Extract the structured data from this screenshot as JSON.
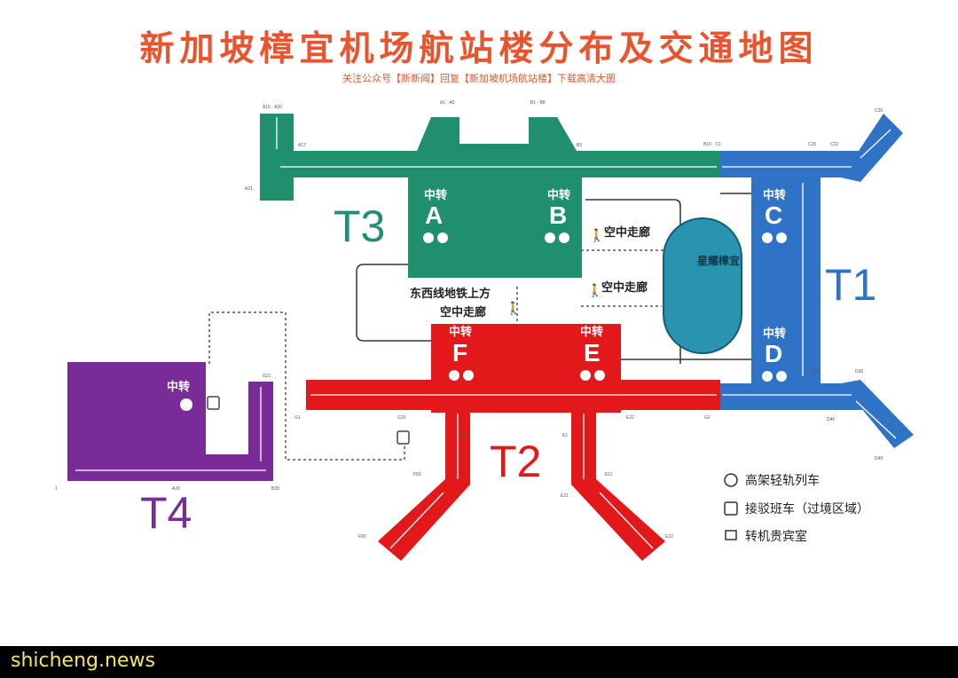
{
  "header": {
    "title": "新加坡樟宜机场航站楼分布及交通地图",
    "subtitle": "关注公众号【新新闻】回复【新加坡机场航站楼】下载高清大图"
  },
  "terminals": {
    "t1": "T1",
    "t2": "T2",
    "t3": "T3",
    "t4": "T4"
  },
  "piers": {
    "a": "A",
    "b": "B",
    "c": "C",
    "d": "D",
    "e": "E",
    "f": "F",
    "transfer_label": "中转"
  },
  "jewel": "星耀樟宜",
  "walkways": {
    "skytrain_top": "空中走廊",
    "skytrain_mid": "空中走廊",
    "mrt_line1": "东西线地铁上方",
    "mrt_line2": "空中走廊"
  },
  "gates": {
    "a15": "A15 · A20",
    "a1": "A1 · A5",
    "b1": "B1 · B8",
    "a17": "A17",
    "b3": "B3",
    "b10": "B10 · C1",
    "c20": "C20",
    "c22": "C22",
    "c26": "C26",
    "a21": "A21",
    "d22": "D22",
    "d36": "D36",
    "d46": "D46",
    "d49": "D49",
    "g1": "G1",
    "g20": "G20",
    "g2": "G2",
    "f30": "F30",
    "f50": "F50",
    "f60": "F60",
    "e1": "E1",
    "e11": "E11",
    "e12": "E12",
    "e21": "E21",
    "e22": "E22",
    "t1g": "1",
    "t4g1": "G21",
    "t4g2": "A20",
    "t4g3": "B28"
  },
  "legend": {
    "skytrain": "高架轻轨列车",
    "shuttle": "接驳班车（过境区域）",
    "lounge": "转机贵宾室"
  },
  "watermark": "shicheng.news",
  "colors": {
    "t1": "#2f73c6",
    "t2": "#e3181b",
    "t3": "#1f8f6e",
    "t4": "#7a2c96",
    "jewel": "#2a93b0",
    "title": "#e8542d"
  }
}
